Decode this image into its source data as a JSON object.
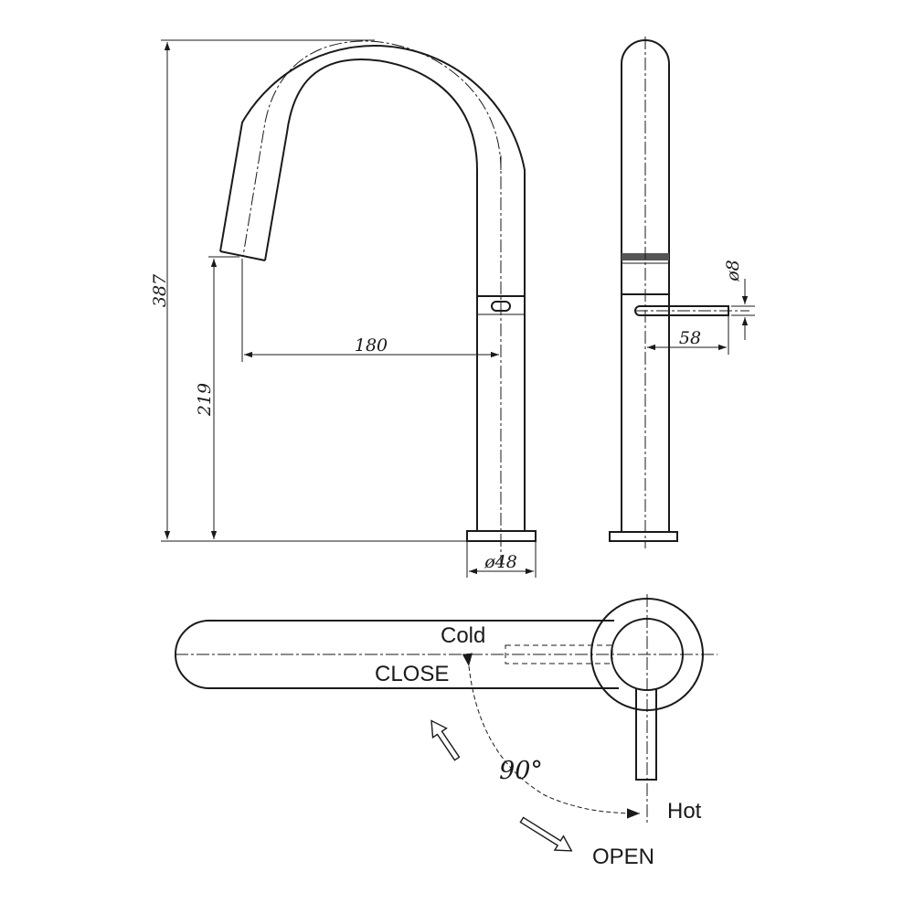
{
  "dimensions": {
    "overall_height": "387",
    "spout_height": "219",
    "spout_reach": "180",
    "base_diameter": "ø48",
    "lever_length": "58",
    "lever_diameter": "ø8"
  },
  "plan_view": {
    "cold_label": "Cold",
    "close_label": "CLOSE",
    "hot_label": "Hot",
    "open_label": "OPEN",
    "rotation_angle": "90°"
  },
  "colors": {
    "line": "#1a1a1a",
    "background": "#ffffff"
  }
}
